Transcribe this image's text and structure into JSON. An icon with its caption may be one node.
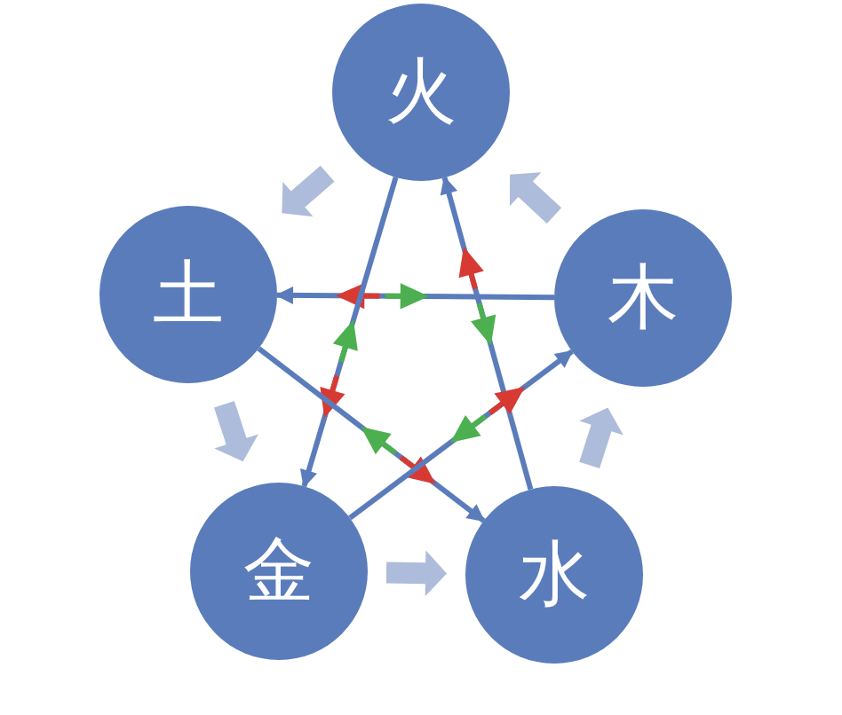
{
  "diagram": {
    "nodes": [
      {
        "text": [
          "火"
        ]
      },
      {
        "text": [
          "木"
        ]
      },
      {
        "text": [
          "水"
        ]
      },
      {
        "text": [
          "金"
        ]
      },
      {
        "text": [
          "土"
        ]
      }
    ],
    "edges": [
      {
        "from": 1,
        "to": 0,
        "arrow": "to",
        "style": "thick",
        "color": "#aebcdb"
      },
      {
        "from": 0,
        "to": 4,
        "arrow": "to",
        "style": "thick",
        "color": "#aebcdb"
      },
      {
        "from": 4,
        "to": 3,
        "arrow": "to",
        "style": "thick",
        "color": "#aebcdb"
      },
      {
        "from": 3,
        "to": 2,
        "arrow": "to",
        "style": "thick",
        "color": "#aebcdb"
      },
      {
        "from": 2,
        "to": 1,
        "arrow": "to",
        "style": "thick",
        "color": "#aebcdb"
      },
      {
        "from": 1,
        "to": 4,
        "arrow": "to"
      },
      {
        "from": 2,
        "to": 0,
        "arrow": "to"
      },
      {
        "from": 0,
        "to": 3,
        "arrow": "to"
      },
      {
        "from": 4,
        "to": 2,
        "arrow": "to"
      },
      {
        "from": 3,
        "to": 1,
        "arrow": "to"
      }
    ]
  }
}
